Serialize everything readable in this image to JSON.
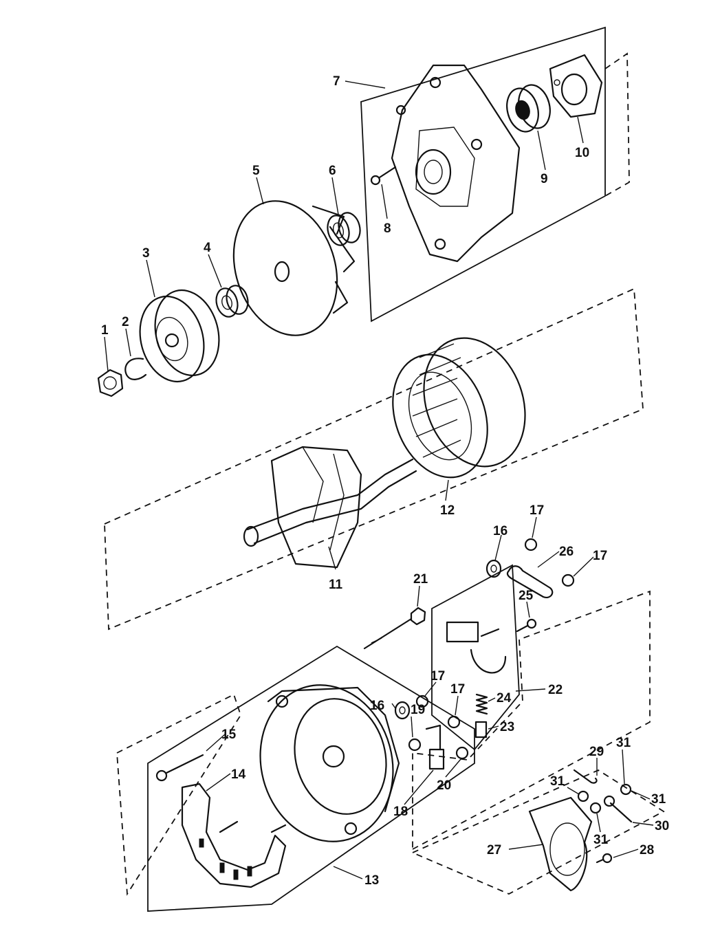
{
  "diagram": {
    "callouts": [
      {
        "id": "c1",
        "label": "1"
      },
      {
        "id": "c2",
        "label": "2"
      },
      {
        "id": "c3",
        "label": "3"
      },
      {
        "id": "c4",
        "label": "4"
      },
      {
        "id": "c5",
        "label": "5"
      },
      {
        "id": "c6",
        "label": "6"
      },
      {
        "id": "c7",
        "label": "7"
      },
      {
        "id": "c8",
        "label": "8"
      },
      {
        "id": "c9",
        "label": "9"
      },
      {
        "id": "c10",
        "label": "10"
      },
      {
        "id": "c11",
        "label": "11"
      },
      {
        "id": "c12",
        "label": "12"
      },
      {
        "id": "c13",
        "label": "13"
      },
      {
        "id": "c14",
        "label": "14"
      },
      {
        "id": "c15",
        "label": "15"
      },
      {
        "id": "c16a",
        "label": "16"
      },
      {
        "id": "c16b",
        "label": "16"
      },
      {
        "id": "c17a",
        "label": "17"
      },
      {
        "id": "c17b",
        "label": "17"
      },
      {
        "id": "c17c",
        "label": "17"
      },
      {
        "id": "c17d",
        "label": "17"
      },
      {
        "id": "c18",
        "label": "18"
      },
      {
        "id": "c19",
        "label": "19"
      },
      {
        "id": "c20",
        "label": "20"
      },
      {
        "id": "c21",
        "label": "21"
      },
      {
        "id": "c22",
        "label": "22"
      },
      {
        "id": "c23",
        "label": "23"
      },
      {
        "id": "c24",
        "label": "24"
      },
      {
        "id": "c25",
        "label": "25"
      },
      {
        "id": "c26",
        "label": "26"
      },
      {
        "id": "c27",
        "label": "27"
      },
      {
        "id": "c28",
        "label": "28"
      },
      {
        "id": "c29",
        "label": "29"
      },
      {
        "id": "c30",
        "label": "30"
      },
      {
        "id": "c31a",
        "label": "31"
      },
      {
        "id": "c31b",
        "label": "31"
      },
      {
        "id": "c31c",
        "label": "31"
      },
      {
        "id": "c31d",
        "label": "31"
      }
    ]
  }
}
